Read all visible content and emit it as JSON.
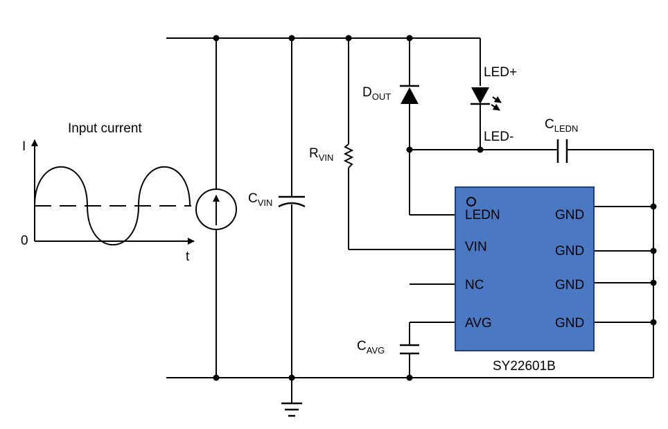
{
  "colors": {
    "wire": "#000000",
    "ic_fill": "#4a78c2",
    "ic_border": "#1f3f7a",
    "background": "#ffffff"
  },
  "graph": {
    "title": "Input current",
    "y_axis": "I",
    "x_axis": "t",
    "origin": "0"
  },
  "components": {
    "c_vin": {
      "main": "C",
      "sub": "VIN"
    },
    "r_vin": {
      "main": "R",
      "sub": "VIN"
    },
    "d_out": {
      "main": "D",
      "sub": "OUT"
    },
    "c_ledn": {
      "main": "C",
      "sub": "LEDN"
    },
    "c_avg": {
      "main": "C",
      "sub": "AVG"
    },
    "led_plus": "LED+",
    "led_minus": "LED-"
  },
  "ic": {
    "name": "SY22601B",
    "left_pins": [
      "LEDN",
      "VIN",
      "NC",
      "AVG"
    ],
    "right_pins": [
      "GND",
      "GND",
      "GND",
      "GND"
    ]
  },
  "icons": [
    "current-source-icon",
    "ground-icon",
    "led-icon",
    "diode-icon",
    "resistor-icon",
    "capacitor-icon",
    "sine-wave-icon"
  ]
}
